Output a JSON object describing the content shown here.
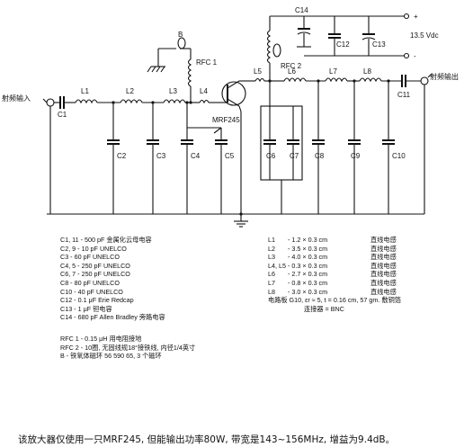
{
  "schematic": {
    "labels": {
      "input": "射频输入",
      "output": "射频输出",
      "transistor": "MRF245",
      "supply": "13.5 Vdc",
      "bead": "B",
      "plus": "+",
      "minus": "-",
      "parts": {
        "C1": "C1",
        "C2": "C2",
        "C3": "C3",
        "C4": "C4",
        "C5": "C5",
        "C6": "C6",
        "C7": "C7",
        "C8": "C8",
        "C9": "C9",
        "C10": "C10",
        "C11": "C11",
        "C12": "C12",
        "C13": "C13",
        "C14": "C14",
        "L1": "L1",
        "L2": "L2",
        "L3": "L3",
        "L4": "L4",
        "L5": "L5",
        "L6": "L6",
        "L7": "L7",
        "L8": "L8",
        "RFC1": "RFC 1",
        "RFC2": "RFC 2"
      }
    }
  },
  "capacitor_list": [
    "C1, 11 - 500 pF 金属化云母电容",
    "C2, 9 - 10 pF UNELCO",
    "C3 - 60 pF UNELCO",
    "C4, 5 - 250 pF UNELCO",
    "C6, 7 - 250 pF UNELCO",
    "C8 - 80 pF UNELCO",
    "C10 - 40 pF UNELCO",
    "C12 - 0.1 μF Erie Redcap",
    "C13 - 1 μF 钽电容",
    "C14 - 680 pF Allen Bradley 旁路电容"
  ],
  "inductor_list": [
    {
      "sym": "L1",
      "dim": "- 1.2 × 0.3 cm",
      "desc": "直线电感"
    },
    {
      "sym": "L2",
      "dim": "- 3.5 × 0.3 cm",
      "desc": "直线电感"
    },
    {
      "sym": "L3",
      "dim": "- 4.0 × 0.3 cm",
      "desc": "直线电感"
    },
    {
      "sym": "L4, L5",
      "dim": "- 0.3 × 0.3 cm",
      "desc": "直线电感"
    },
    {
      "sym": "L6",
      "dim": "- 2.7 × 0.3 cm",
      "desc": "直线电感"
    },
    {
      "sym": "L7",
      "dim": "- 0.8 × 0.3 cm",
      "desc": "直线电感"
    },
    {
      "sym": "L8",
      "dim": "- 3.0 × 0.3 cm",
      "desc": "直线电感"
    }
  ],
  "board_note": "电路板    G10, εr ≈ 5, t = 0.16 cm, 57 gm. 敷铜箔",
  "connector_note": "连接器 = BNC",
  "rfc_list": [
    "RFC 1 - 0.15 μH 用电阻接地",
    "RFC 2 - 10圈, 无固线规18°接铁线, 内径1/4英寸",
    "B - 铁氧体磁环          56 590 65, 3 个磁环"
  ],
  "caption": "该放大器仅使用一只MRF245, 但能输出功率80W, 带宽是143~156MHz, 增益为9.4dB。"
}
